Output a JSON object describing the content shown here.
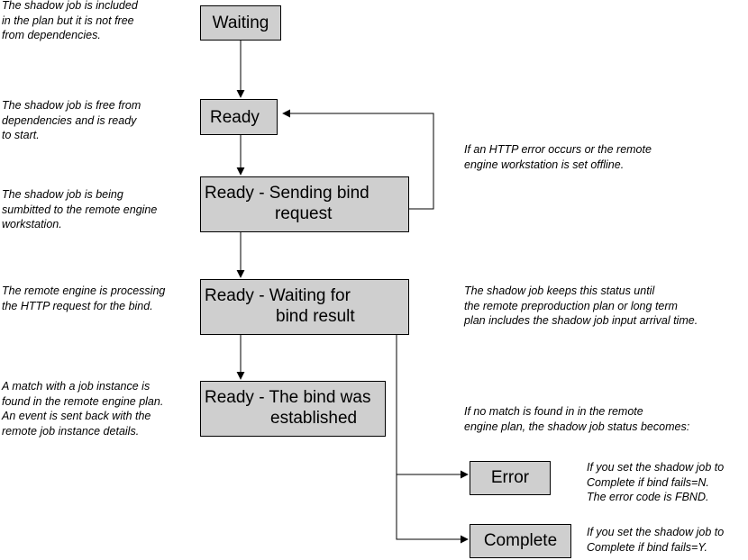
{
  "states": {
    "waiting": "Waiting",
    "ready": "Ready",
    "sending": {
      "line1": "Ready - Sending bind",
      "line2": "request"
    },
    "waiting_result": {
      "line1": "Ready - Waiting for",
      "line2": "bind result"
    },
    "established": {
      "line1": "Ready - The bind was",
      "line2": "established"
    },
    "error": "Error",
    "complete": "Complete"
  },
  "notes": {
    "waiting": "The shadow job is included\nin the plan but it is not free\nfrom dependencies.",
    "ready": "The shadow job is free from\ndependencies and is ready\nto start.",
    "sending": "The shadow job is being\nsumbitted to the remote engine\nworkstation.",
    "waiting_result": "The remote engine is processing\nthe HTTP request for the bind.",
    "established": "A match with a job instance is\nfound in the remote engine plan.\nAn event is sent back with the\nremote job instance details.",
    "http_error": "If an HTTP error occurs or the remote\nengine workstation is set offline.",
    "keeps_status": "The shadow job keeps this status until\nthe remote preproduction plan or long term\nplan includes the shadow job input arrival time.",
    "no_match": "If no match is found in in the remote\nengine plan, the shadow job status becomes:",
    "error_cond": "If you set the shadow job to\nComplete if bind fails=N.\nThe error code is FBND.",
    "complete_cond": "If you set the shadow job to\nComplete if bind fails=Y."
  }
}
